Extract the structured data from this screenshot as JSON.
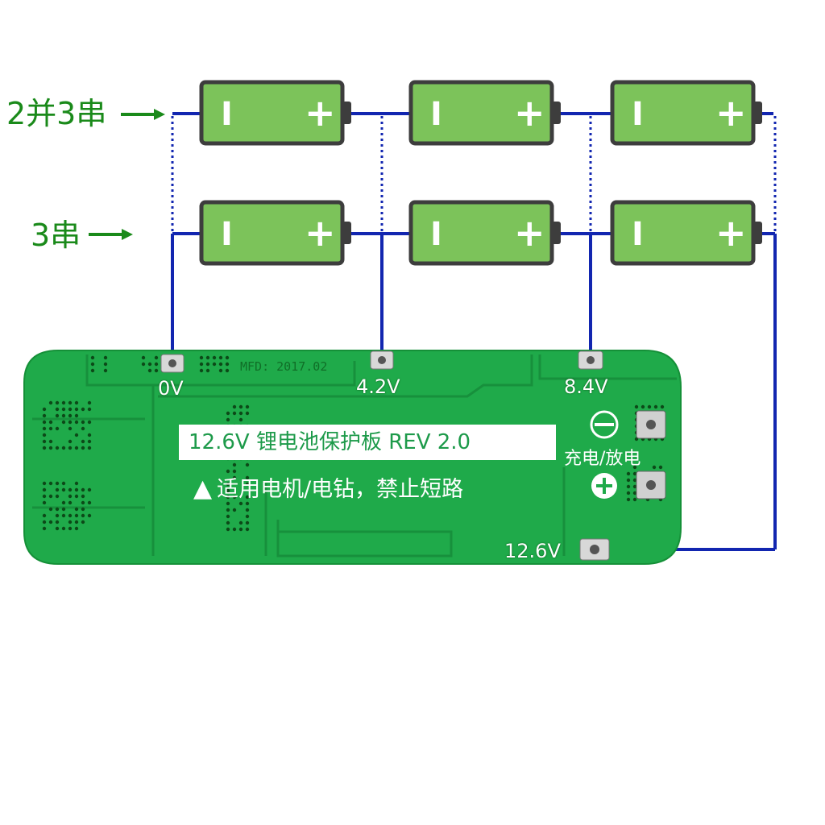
{
  "rows": {
    "parallel_label": "2并3串",
    "series_label": "3串"
  },
  "battery": {
    "negative_symbol": "I",
    "positive_symbol": "+"
  },
  "board": {
    "pins": {
      "p0": "0V",
      "p1": "4.2V",
      "p2": "8.4V",
      "p3": "12.6V"
    },
    "title": "12.6V 锂电池保护板 REV 2.0",
    "warning_symbol": "!",
    "warning": "适用电机/电钻，禁止短路",
    "charge_label": "充电/放电",
    "silk_text": "MFD: 2017.02"
  },
  "colors": {
    "wire": "#1226b0",
    "battery_fill": "#7cc35a",
    "battery_border": "#3d3d3d",
    "pcb": "#1faa4a",
    "label_green": "#1a8a1a"
  }
}
